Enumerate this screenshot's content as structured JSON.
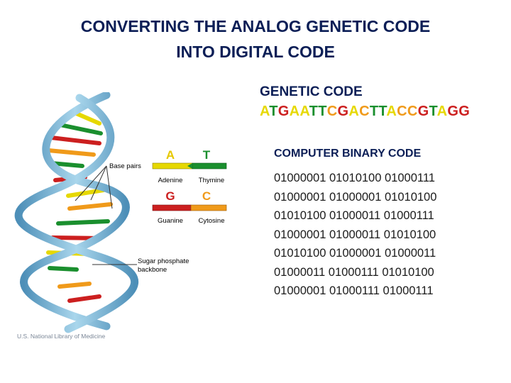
{
  "title": {
    "line1": "CONVERTING THE ANALOG GENETIC CODE",
    "line2": "INTO DIGITAL CODE"
  },
  "genetic": {
    "label": "GENETIC CODE",
    "sequence": "ATGAATTCGACTTACCGTAGG"
  },
  "binary": {
    "label": "COMPUTER BINARY CODE",
    "lines": [
      "01000001 01010100 01000111",
      "01000001 01000001 01010100",
      "01010100 01000011 01000111",
      "01000001 01000011 01010100",
      "01010100 01000001 01000011",
      "01000011 01000111 01010100",
      "01000001 01000111 01000111"
    ]
  },
  "diagram": {
    "base_pairs_label": "Base pairs",
    "sugar_label_1": "Sugar phosphate",
    "sugar_label_2": "backbone",
    "pair_at": {
      "left": "A",
      "right": "T",
      "left_name": "Adenine",
      "right_name": "Thymine"
    },
    "pair_gc": {
      "left": "G",
      "right": "C",
      "left_name": "Guanine",
      "right_name": "Cytosine"
    },
    "credit": "U.S. National Library of Medicine"
  },
  "colors": {
    "title": "#0b1e56",
    "A": "#e6d800",
    "T": "#1a8f2e",
    "G": "#cc1f1f",
    "C": "#f09a1a",
    "backbone": "#7fb7d6"
  }
}
